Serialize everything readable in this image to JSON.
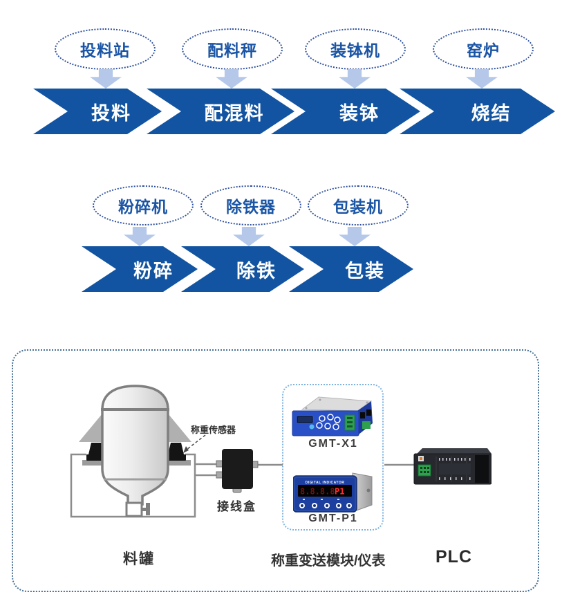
{
  "flow": {
    "row1": {
      "stations": [
        "投料站",
        "配料秤",
        "装钵机",
        "窑炉"
      ],
      "steps": [
        "投料",
        "配混料",
        "装钵",
        "烧结"
      ]
    },
    "row2": {
      "stations": [
        "粉碎机",
        "除铁器",
        "包装机"
      ],
      "steps": [
        "粉碎",
        "除铁",
        "包装"
      ]
    }
  },
  "system": {
    "tank_label": "料罐",
    "sensor_label": "称重传感器",
    "junction_label": "接线盒",
    "module_group_label": "称重变送模块/仪表",
    "transmitter_label": "GMT-X1",
    "indicator_label": "GMT-P1",
    "plc_label": "PLC",
    "indicator_title": "DIGITAL INDICATOR",
    "indicator_display_dim": "8.8.8.8",
    "indicator_display_bright": "P1"
  },
  "colors": {
    "chevron_blue": "#1254a1",
    "ellipse_text": "#1b55a5",
    "ellipse_border": "#2d4f9e",
    "arrow_light_blue": "#b5c8ea",
    "outer_dash": "#466f94",
    "module_dash": "#7fb3e2",
    "wire_gray": "#8c8c8c",
    "label_dark": "#333333",
    "device_blue": "#2a50c8",
    "indicator_blue": "#1d3f9f",
    "led_red": "#ff2e2e",
    "led_dim": "#6e1212",
    "plc_dark": "#26282d",
    "terminal_green": "#2fa14e"
  }
}
